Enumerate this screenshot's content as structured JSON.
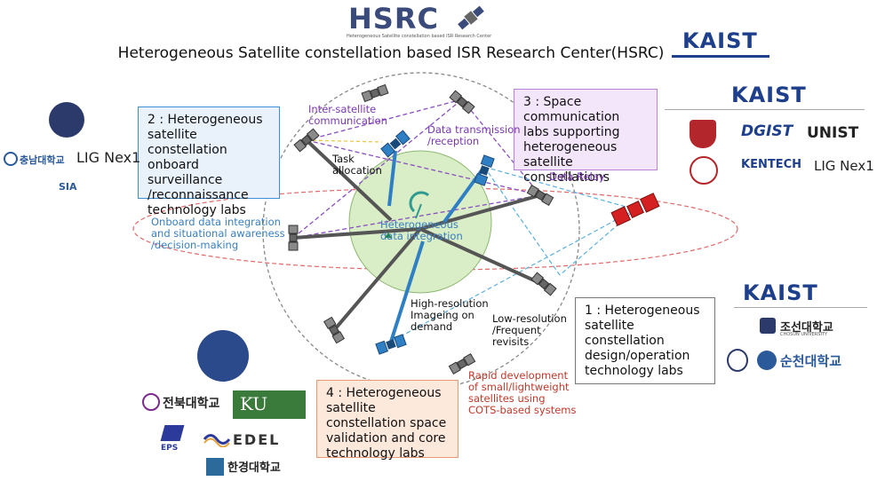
{
  "header": {
    "logo": "HSRC",
    "logo_subtitle": "Heterogeneous Satellite constellation based ISR Research Center",
    "title": "Heterogeneous Satellite constellation based ISR Research Center(HSRC)"
  },
  "boxes": {
    "lab1": "1 : Heterogeneous satellite constellation design/operation technology labs",
    "lab2": "2 : Heterogeneous satellite constellation onboard surveillance /reconnaissance technology labs",
    "lab3": "3 : Space communication labs supporting heterogeneous satellite constellations",
    "lab4": "4 : Heterogeneous satellite constellation space validation and core technology labs"
  },
  "labels": {
    "inter_satellite": [
      "Inter-satellite",
      "communication"
    ],
    "data_transmission": [
      "Data transmission",
      "/reception"
    ],
    "task_allocation": [
      "Task",
      "allocation"
    ],
    "data_relay": "Data Relay",
    "onboard": [
      "Onboard data integration",
      "and situational awareness",
      "/decision-making"
    ],
    "hetero_data": [
      "Heterogeneous",
      "data integration"
    ],
    "high_res": [
      "High-resolution",
      "Imageing on",
      "demand"
    ],
    "low_res": [
      "Low-resolution",
      "/Frequent",
      "revisits"
    ],
    "rapid": [
      "Rapid development",
      "of small/lightweight",
      "satellites using",
      "COTS-based systems"
    ]
  },
  "partners": {
    "kaist": "KAIST",
    "lig": "LIG Nex1",
    "sia": "SIA",
    "cnu": "충남대학교",
    "dgist": "DGIST",
    "unist": "UNIST",
    "kentech": "KENTECH",
    "chosun": "조선대학교",
    "chosun_en": "CHOSUN UNIVERSITY",
    "suncheon": "순천대학교",
    "jbnu": "전북대학교",
    "ku": "KU",
    "eps": "EPS",
    "edel": "EDEL",
    "hknu": "한경대학교"
  },
  "colors": {
    "purple": "#7a36b0",
    "blue": "#3a7fbf",
    "red": "#c0392b",
    "kaist": "#1e3f8c"
  }
}
